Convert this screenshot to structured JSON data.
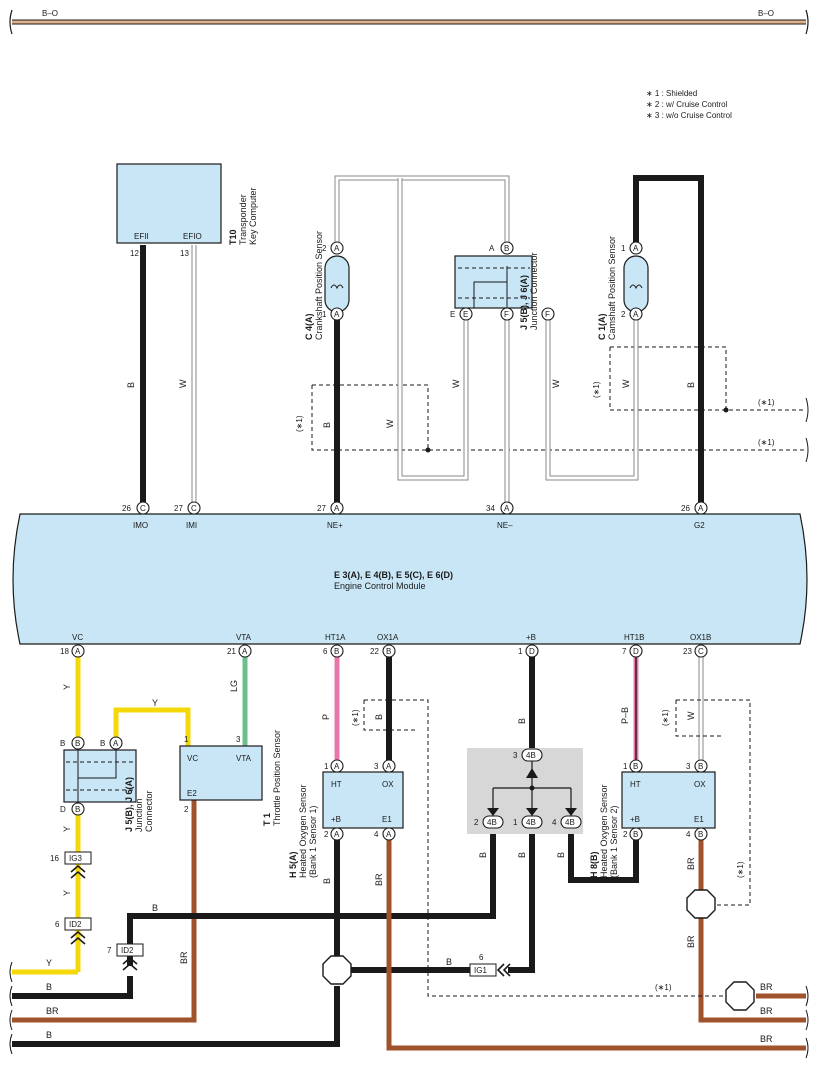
{
  "colors": {
    "wire_B": "#1a1a1a",
    "wire_W_fill": "#ffffff",
    "wire_W_edge": "#8a8a8a",
    "wire_Y": "#f4d80a",
    "wire_BR": "#a0522d",
    "wire_LG": "#6cbf8c",
    "wire_P": "#e878ac",
    "wire_BO": "#e0b088",
    "component_fill": "#c8e6f5",
    "junction_box_fill": "#d7d7d7"
  },
  "top_bus": {
    "left_label": "B–O",
    "right_label": "B–O"
  },
  "notes": [
    "∗ 1 : Shielded",
    "∗ 2 : w/ Cruise Control",
    "∗ 3 : w/o Cruise Control"
  ],
  "ecm": {
    "id": "E 3(A), E 4(B), E 5(C), E 6(D)",
    "name": "Engine Control Module",
    "top_terminals": [
      {
        "pin": "26",
        "letter": "C",
        "name": "IMO"
      },
      {
        "pin": "27",
        "letter": "C",
        "name": "IMI"
      },
      {
        "pin": "27",
        "letter": "A",
        "name": "NE+"
      },
      {
        "pin": "34",
        "letter": "A",
        "name": "NE–"
      },
      {
        "pin": "26",
        "letter": "A",
        "name": "G2"
      }
    ],
    "bottom_terminals": [
      {
        "pin": "18",
        "letter": "A",
        "name": "VC"
      },
      {
        "pin": "21",
        "letter": "A",
        "name": "VTA"
      },
      {
        "pin": "6",
        "letter": "B",
        "name": "HT1A"
      },
      {
        "pin": "22",
        "letter": "B",
        "name": "OX1A"
      },
      {
        "pin": "1",
        "letter": "D",
        "name": "+B"
      },
      {
        "pin": "7",
        "letter": "D",
        "name": "HT1B"
      },
      {
        "pin": "23",
        "letter": "C",
        "name": "OX1B"
      }
    ]
  },
  "transponder": {
    "id": "T10",
    "name_lines": [
      "Transponder",
      "Key Computer"
    ],
    "pins": [
      {
        "label": "EFII",
        "num": "12"
      },
      {
        "label": "EFIO",
        "num": "13"
      }
    ]
  },
  "crank_sensor": {
    "id": "C 4(A)",
    "name": "Crankshaft Position Sensor",
    "pin1": "2",
    "pin2": "1",
    "letter": "A"
  },
  "cam_sensor": {
    "id": "C 1(A)",
    "name": "Camshaft Position Sensor",
    "pin1": "1",
    "pin2": "2",
    "letter": "A"
  },
  "jc_top": {
    "id": "J 5(B), J 6(A)",
    "name": "Junction Connector",
    "labels": {
      "a": "A",
      "b": "B",
      "e1": "E",
      "e2": "E",
      "f1": "F",
      "f2": "F"
    }
  },
  "jc_bottom": {
    "id": "J 5(B), J 6(A)",
    "name_lines": [
      "Junction",
      "Connector"
    ],
    "labels": {
      "b1": "B",
      "b2": "B",
      "a": "A",
      "d": "D"
    }
  },
  "throttle": {
    "id": "T 1",
    "name": "Throttle Position Sensor",
    "terminals": {
      "vc": "VC",
      "vta": "VTA",
      "e2": "E2"
    },
    "pins": {
      "vc": "1",
      "vta": "3",
      "e2": "2"
    }
  },
  "o2_sensor_1": {
    "id": "H 5(A)",
    "name_lines": [
      "Heated Oxygen Sensor",
      "(Bank 1 Sensor 1)"
    ],
    "terminals": {
      "ht": "HT",
      "ox": "OX",
      "pb": "+B",
      "e1": "E1"
    },
    "pins": {
      "ht": "1",
      "ox": "3",
      "pb": "2",
      "e1": "4"
    },
    "letter": "A"
  },
  "o2_sensor_2": {
    "id": "H 8(B)",
    "name_lines": [
      "Heated Oxygen Sensor",
      "(Bank 1 Sensor 2)"
    ],
    "terminals": {
      "ht": "HT",
      "ox": "OX",
      "pb": "+B",
      "e1": "E1"
    },
    "pins": {
      "ht": "1",
      "ox": "3",
      "pb": "2",
      "e1": "4"
    },
    "letter": "B"
  },
  "junction_4b": {
    "code": "4B",
    "pins": [
      "3",
      "2",
      "1",
      "4"
    ]
  },
  "connectors": {
    "ig3": {
      "code": "IG3",
      "pin": "16"
    },
    "id2_a": {
      "code": "ID2",
      "pin": "6"
    },
    "id2_b": {
      "code": "ID2",
      "pin": "7"
    },
    "ig1": {
      "code": "IG1",
      "pin": "6"
    }
  },
  "wire_labels": {
    "B": "B",
    "W": "W",
    "Y": "Y",
    "BR": "BR",
    "LG": "LG",
    "P": "P",
    "PB": "P–B",
    "shield": "(∗1)"
  }
}
